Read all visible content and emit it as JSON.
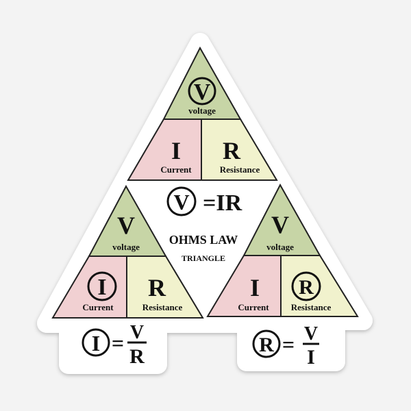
{
  "colors": {
    "voltage": "#c7d5a6",
    "current": "#f1d0d2",
    "resistance": "#f1f2cd",
    "outline": "#222222",
    "sticker": "#ffffff",
    "background": "#f3f3f3"
  },
  "top_triangle": {
    "v_symbol": "V",
    "v_label": "voltage",
    "i_symbol": "I",
    "i_label": "Current",
    "r_symbol": "R",
    "r_label": "Resistance"
  },
  "left_triangle": {
    "v_symbol": "V",
    "v_label": "voltage",
    "i_symbol": "I",
    "i_label": "Current",
    "r_symbol": "R",
    "r_label": "Resistance"
  },
  "right_triangle": {
    "v_symbol": "V",
    "v_label": "voltage",
    "i_symbol": "I",
    "i_label": "Current",
    "r_symbol": "R",
    "r_label": "Resistance"
  },
  "title": {
    "line1": "OHMS LAW",
    "line2": "TRIANGLE"
  },
  "formulas": {
    "voltage": {
      "lhs": "V",
      "rhs": "=IR"
    },
    "current": {
      "lhs": "I",
      "eq": "=",
      "numerator": "V",
      "denominator": "R"
    },
    "resistance": {
      "lhs": "R",
      "eq": "=",
      "numerator": "V",
      "denominator": "I"
    }
  }
}
